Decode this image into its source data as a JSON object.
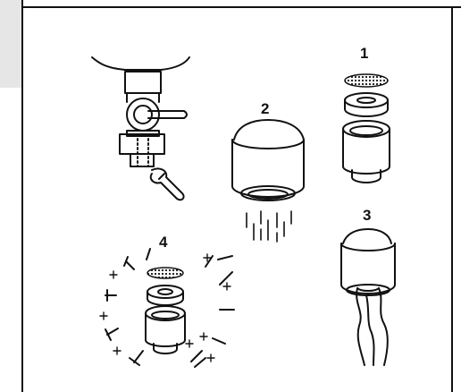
{
  "steps": [
    {
      "label": "1"
    },
    {
      "label": "2"
    },
    {
      "label": "3"
    },
    {
      "label": "4"
    }
  ],
  "colors": {
    "line": "#111111",
    "tab": "#e6e6e6",
    "background": "#ffffff"
  }
}
